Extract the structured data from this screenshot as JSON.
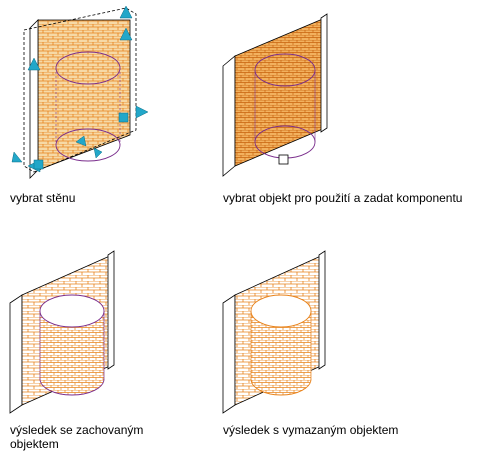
{
  "panels": [
    {
      "id": "select-wall",
      "caption": "vybrat stěnu"
    },
    {
      "id": "select-object",
      "caption": "vybrat objekt pro použití a zadat komponentu"
    },
    {
      "id": "result-kept",
      "caption": "výsledek se zachovaným\nobjektem"
    },
    {
      "id": "result-erased",
      "caption": "výsledek s vymazaným objektem"
    }
  ],
  "colors": {
    "brick": "#e8821a",
    "brick_light": "#f2b15e",
    "wall_edge": "#000000",
    "cylinder": "#7a2d8c",
    "grip": "#22a7c9",
    "wall_face": "#f6d9a6"
  },
  "icons": [
    "grip-arrow-icon",
    "square-grip-icon"
  ]
}
